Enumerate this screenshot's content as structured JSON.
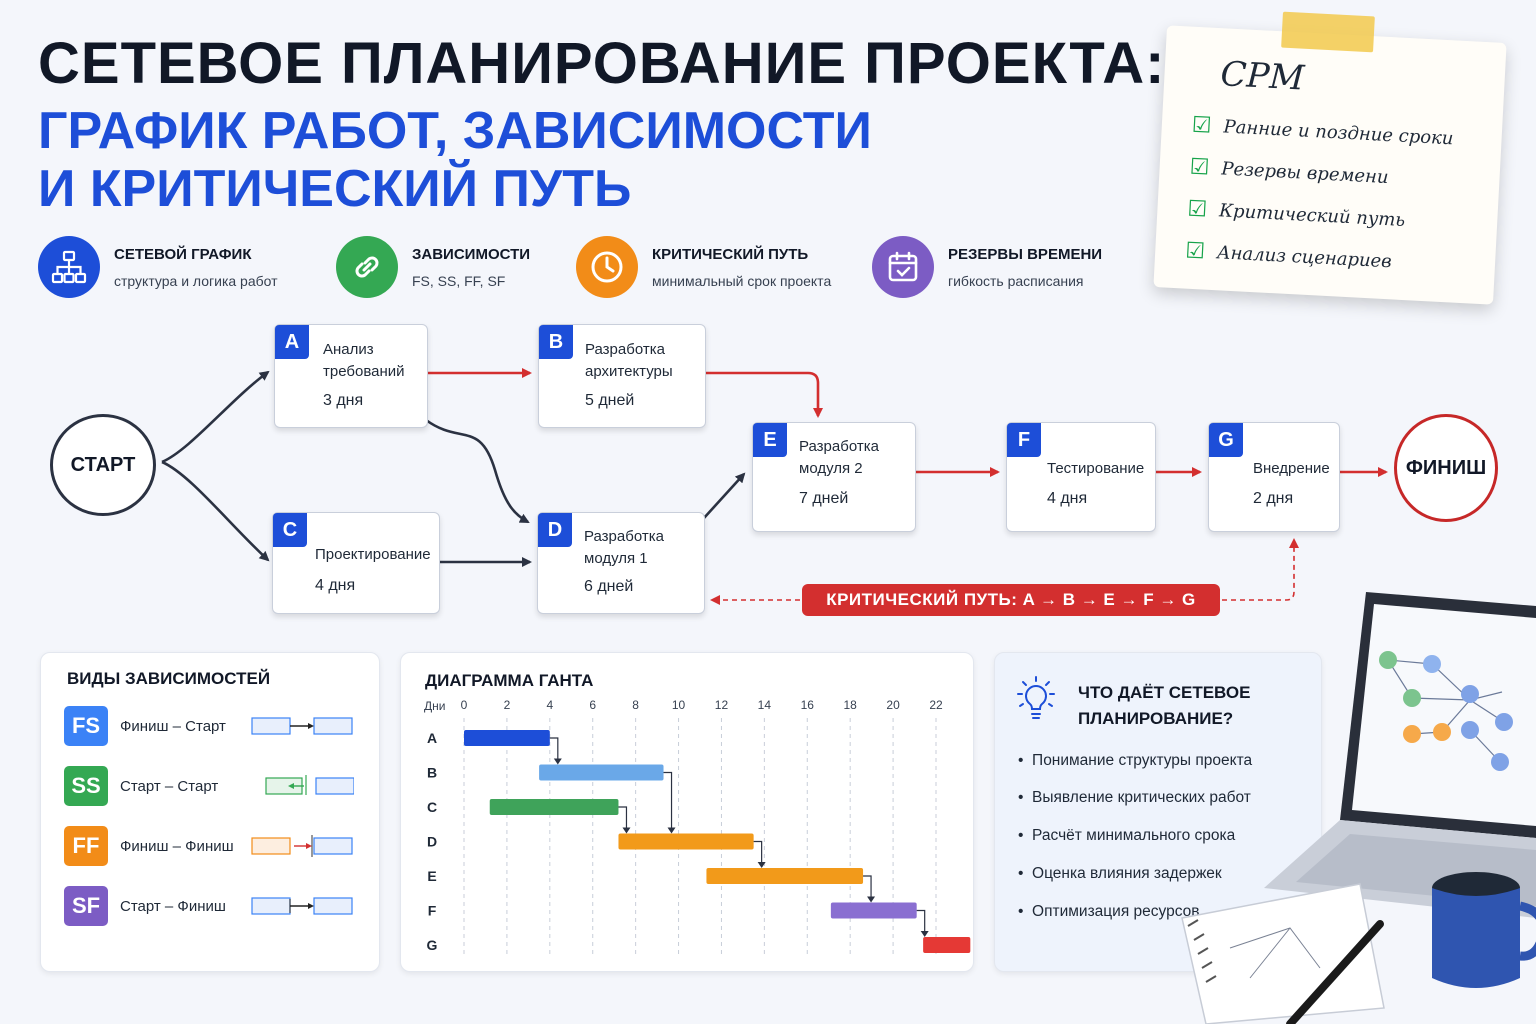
{
  "title": {
    "line1": "СЕТЕВОЕ ПЛАНИРОВАНИЕ ПРОЕКТА:",
    "line2": "ГРАФИК РАБОТ, ЗАВИСИМОСТИ",
    "line3": "И КРИТИЧЕСКИЙ ПУТЬ"
  },
  "features": [
    {
      "title": "СЕТЕВОЙ ГРАФИК",
      "subtitle": "структура и логика работ",
      "icon": "hierarchy-icon",
      "color": "#1d4ed8"
    },
    {
      "title": "ЗАВИСИМОСТИ",
      "subtitle": "FS, SS, FF, SF",
      "icon": "link-icon",
      "color": "#34a853"
    },
    {
      "title": "КРИТИЧЕСКИЙ ПУТЬ",
      "subtitle": "минимальный срок проекта",
      "icon": "clock-icon",
      "color": "#f28c18"
    },
    {
      "title": "РЕЗЕРВЫ ВРЕМЕНИ",
      "subtitle": "гибкость расписания",
      "icon": "calendar-icon",
      "color": "#7c5cc4"
    }
  ],
  "note": {
    "title": "CPM",
    "items": [
      "Ранние и поздние сроки",
      "Резервы времени",
      "Критический путь",
      "Анализ сценариев"
    ]
  },
  "network": {
    "start": "СТАРТ",
    "finish": "ФИНИШ",
    "nodes": [
      {
        "id": "A",
        "name": "Анализ\nтребований",
        "duration": "3 дня"
      },
      {
        "id": "B",
        "name": "Разработка\nархитектуры",
        "duration": "5 дней"
      },
      {
        "id": "C",
        "name": "Проектирование",
        "duration": "4 дня"
      },
      {
        "id": "D",
        "name": "Разработка\nмодуля 1",
        "duration": "6 дней"
      },
      {
        "id": "E",
        "name": "Разработка\nмодуля 2",
        "duration": "7 дней"
      },
      {
        "id": "F",
        "name": "Тестирование",
        "duration": "4 дня"
      },
      {
        "id": "G",
        "name": "Внедрение",
        "duration": "2 дня"
      }
    ],
    "critical_path_label": "КРИТИЧЕСКИЙ ПУТЬ:  A → B → E → F → G",
    "critical_color": "#d32f2f"
  },
  "dependencies": {
    "title": "ВИДЫ ЗАВИСИМОСТЕЙ",
    "items": [
      {
        "code": "FS",
        "label": "Финиш – Старт",
        "color": "#3b82f6"
      },
      {
        "code": "SS",
        "label": "Старт – Старт",
        "color": "#34a853"
      },
      {
        "code": "FF",
        "label": "Финиш – Финиш",
        "color": "#f28c18"
      },
      {
        "code": "SF",
        "label": "Старт – Финиш",
        "color": "#7c5cc4"
      }
    ]
  },
  "gantt": {
    "title": "ДИАГРАММА ГАНТА",
    "axis_label": "Дни",
    "ticks": [
      "0",
      "2",
      "4",
      "6",
      "8",
      "10",
      "12",
      "14",
      "16",
      "18",
      "20",
      "22"
    ]
  },
  "chart_data": {
    "type": "bar",
    "title": "ДИАГРАММА ГАНТА",
    "xlabel": "Дни",
    "xlim": [
      0,
      22
    ],
    "categories": [
      "A",
      "B",
      "C",
      "D",
      "E",
      "F",
      "G"
    ],
    "tasks": [
      {
        "task": "A",
        "start": 0,
        "end": 4,
        "color": "#1d4ed8"
      },
      {
        "task": "B",
        "start": 3.5,
        "end": 9.3,
        "color": "#6aa8e8"
      },
      {
        "task": "C",
        "start": 1.2,
        "end": 7.2,
        "color": "#3fa35a"
      },
      {
        "task": "D",
        "start": 7.2,
        "end": 13.5,
        "color": "#f29a1a"
      },
      {
        "task": "E",
        "start": 11.3,
        "end": 18.6,
        "color": "#f29a1a"
      },
      {
        "task": "F",
        "start": 17.1,
        "end": 21.1,
        "color": "#8a6fd1"
      },
      {
        "task": "G",
        "start": 21.4,
        "end": 23.6,
        "color": "#e53935"
      }
    ]
  },
  "benefits": {
    "title_line1": "ЧТО ДАЁТ СЕТЕВОЕ",
    "title_line2": "ПЛАНИРОВАНИЕ?",
    "items": [
      "Понимание структуры проекта",
      "Выявление критических работ",
      "Расчёт минимального срока",
      "Оценка влияния задержек",
      "Оптимизация ресурсов"
    ]
  }
}
